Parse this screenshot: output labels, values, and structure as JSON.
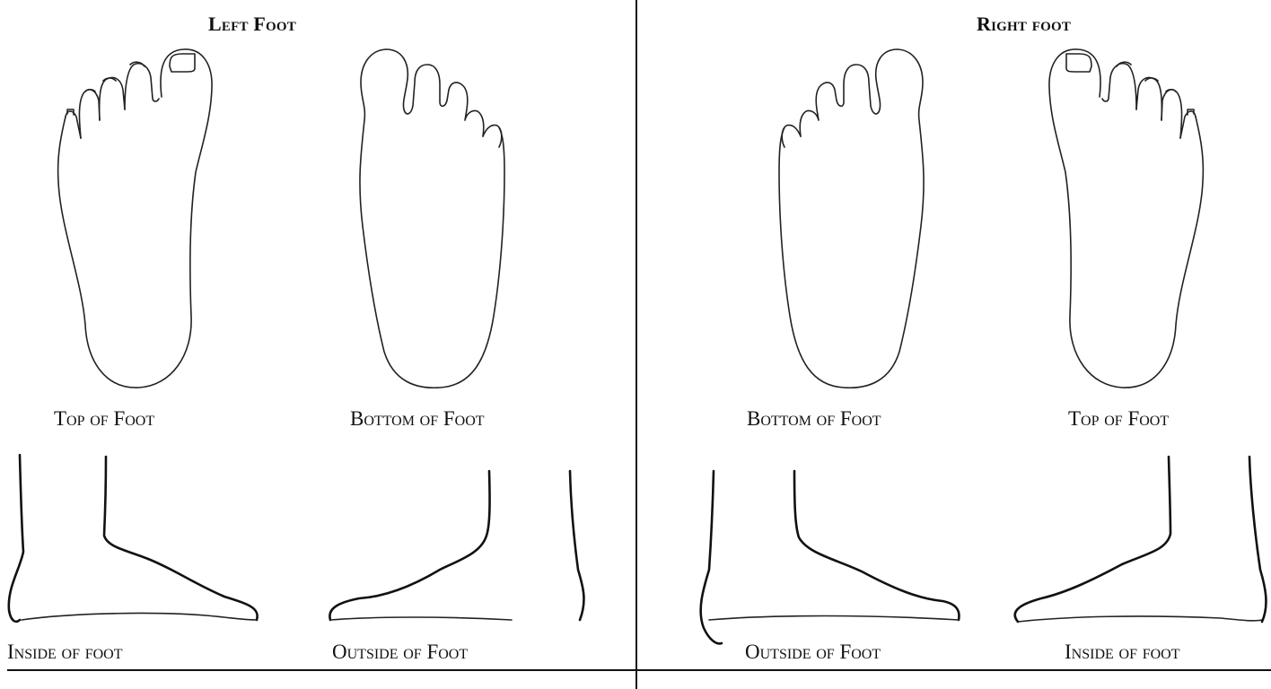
{
  "left": {
    "title": "Left Foot",
    "labels": {
      "top": "Top of Foot",
      "bottom": "Bottom of Foot",
      "inside": "Inside of foot",
      "outside": "Outside of Foot"
    }
  },
  "right": {
    "title": "Right foot",
    "labels": {
      "bottom": "Bottom of Foot",
      "top": "Top of Foot",
      "outside": "Outside of Foot",
      "inside": "Inside of foot"
    }
  }
}
